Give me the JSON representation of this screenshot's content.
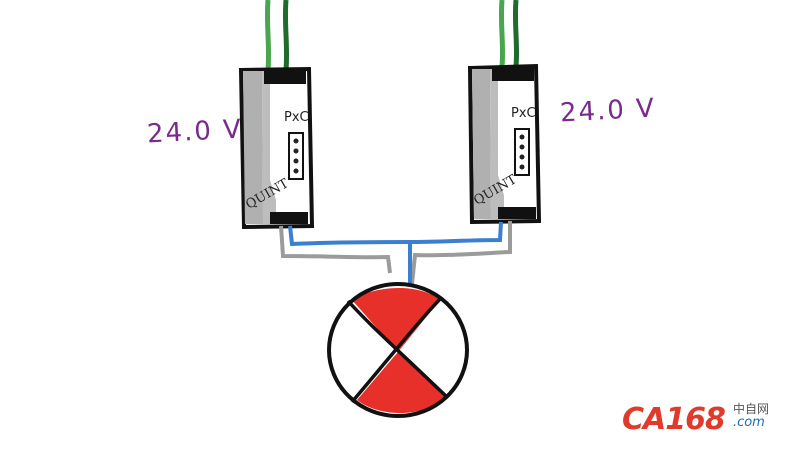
{
  "psu_left": {
    "voltage_label": "24.0 V",
    "brand": "QUINT",
    "pxc_label": "PxC"
  },
  "psu_right": {
    "voltage_label": "24.0 V",
    "brand": "QUINT",
    "pxc_label": "PxC"
  },
  "watermark": {
    "main": "CA168",
    "cn": "中自网",
    "com": ".com"
  },
  "colors": {
    "voltage_text": "#7a2a8c",
    "wire_green_dark": "#1e6b2e",
    "wire_green_light": "#4aa64e",
    "wire_blue": "#3b7fd0",
    "wire_gray": "#9b9b9b",
    "lamp_red": "#e8302b",
    "psu_gray": "#b0b0b0",
    "watermark_red": "#e23a2a",
    "watermark_blue": "#1c6fb8"
  }
}
